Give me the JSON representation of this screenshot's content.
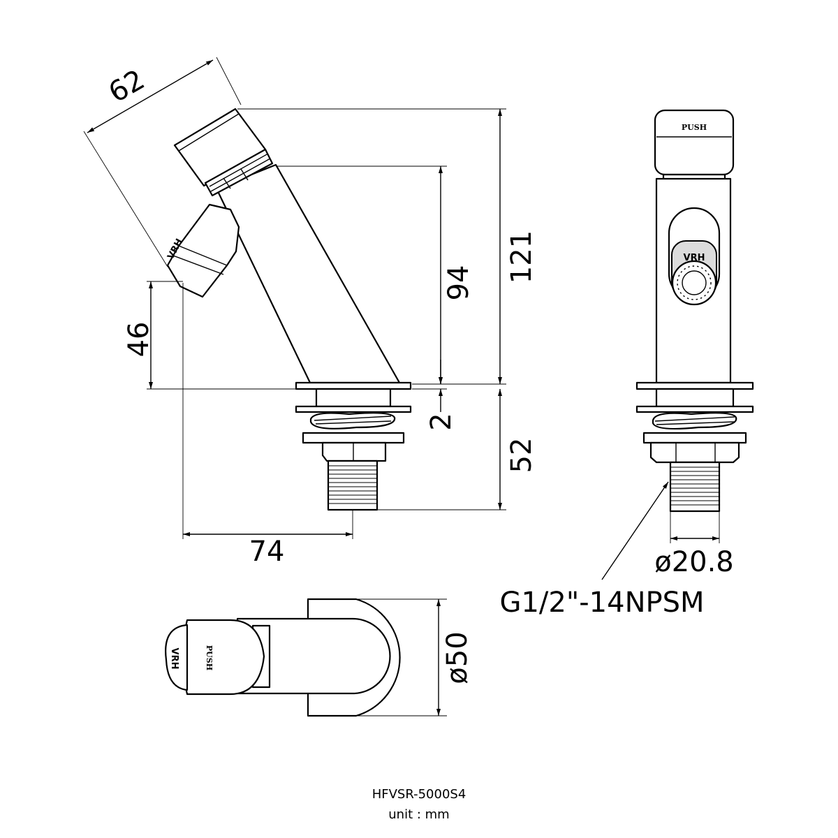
{
  "dimensions": {
    "handle_length": "62",
    "total_height": "121",
    "body_height": "94",
    "spout_height": "46",
    "deck_thickness": "2",
    "shank_length": "52",
    "reach": "74",
    "shank_diameter": "ø20.8",
    "thread_spec": "G1/2\"-14NPSM",
    "base_diameter": "ø50"
  },
  "labels": {
    "button_text": "PUSH",
    "brand_text": "VRH"
  },
  "footer": {
    "model": "HFVSR-5000S4",
    "unit": "unit : mm"
  }
}
